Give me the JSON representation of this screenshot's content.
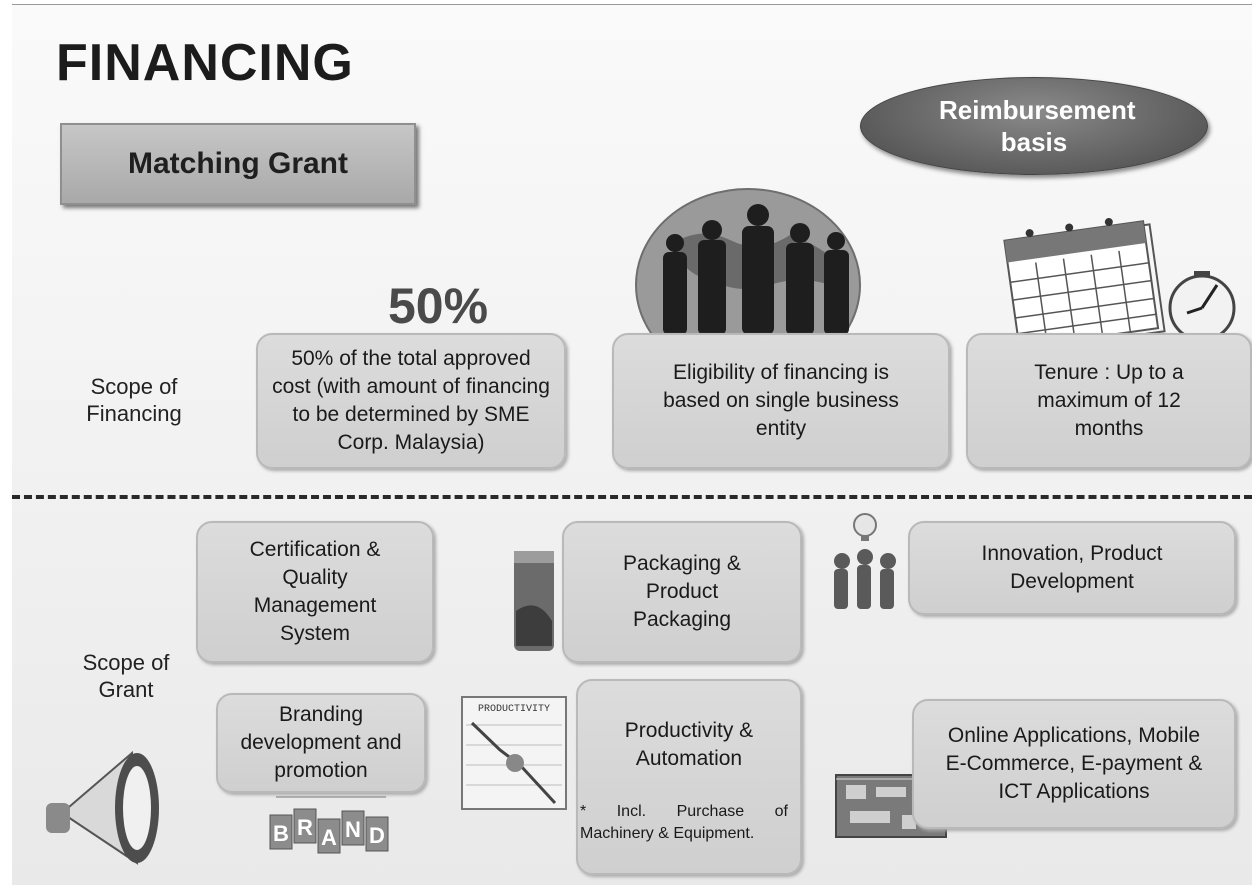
{
  "title": "FINANCING",
  "grant_label": "Matching Grant",
  "reimbursement_label": "Reimbursement basis",
  "percent": "50%",
  "scope_financing": {
    "label": "Scope of Financing",
    "cost_box": "50% of the total approved cost (with amount of financing to be determined by SME Corp. Malaysia)",
    "eligibility_box": "Eligibility of financing is based on single business entity",
    "tenure_box": "Tenure : Up to a maximum of 12 months"
  },
  "scope_grant": {
    "label": "Scope of Grant",
    "certification": "Certification & Quality Management System",
    "packaging": "Packaging & Product Packaging",
    "innovation": "Innovation, Product Development",
    "branding": "Branding development and promotion",
    "productivity": "Productivity & Automation",
    "productivity_note": "* Incl. Purchase of Machinery & Equipment.",
    "online": "Online Applications, Mobile E-Commerce, E-payment & ICT Applications"
  },
  "illustrations": {
    "productivity_sign": "PRODUCTIVITY",
    "brand_letters": [
      "B",
      "R",
      "A",
      "N",
      "D"
    ]
  }
}
